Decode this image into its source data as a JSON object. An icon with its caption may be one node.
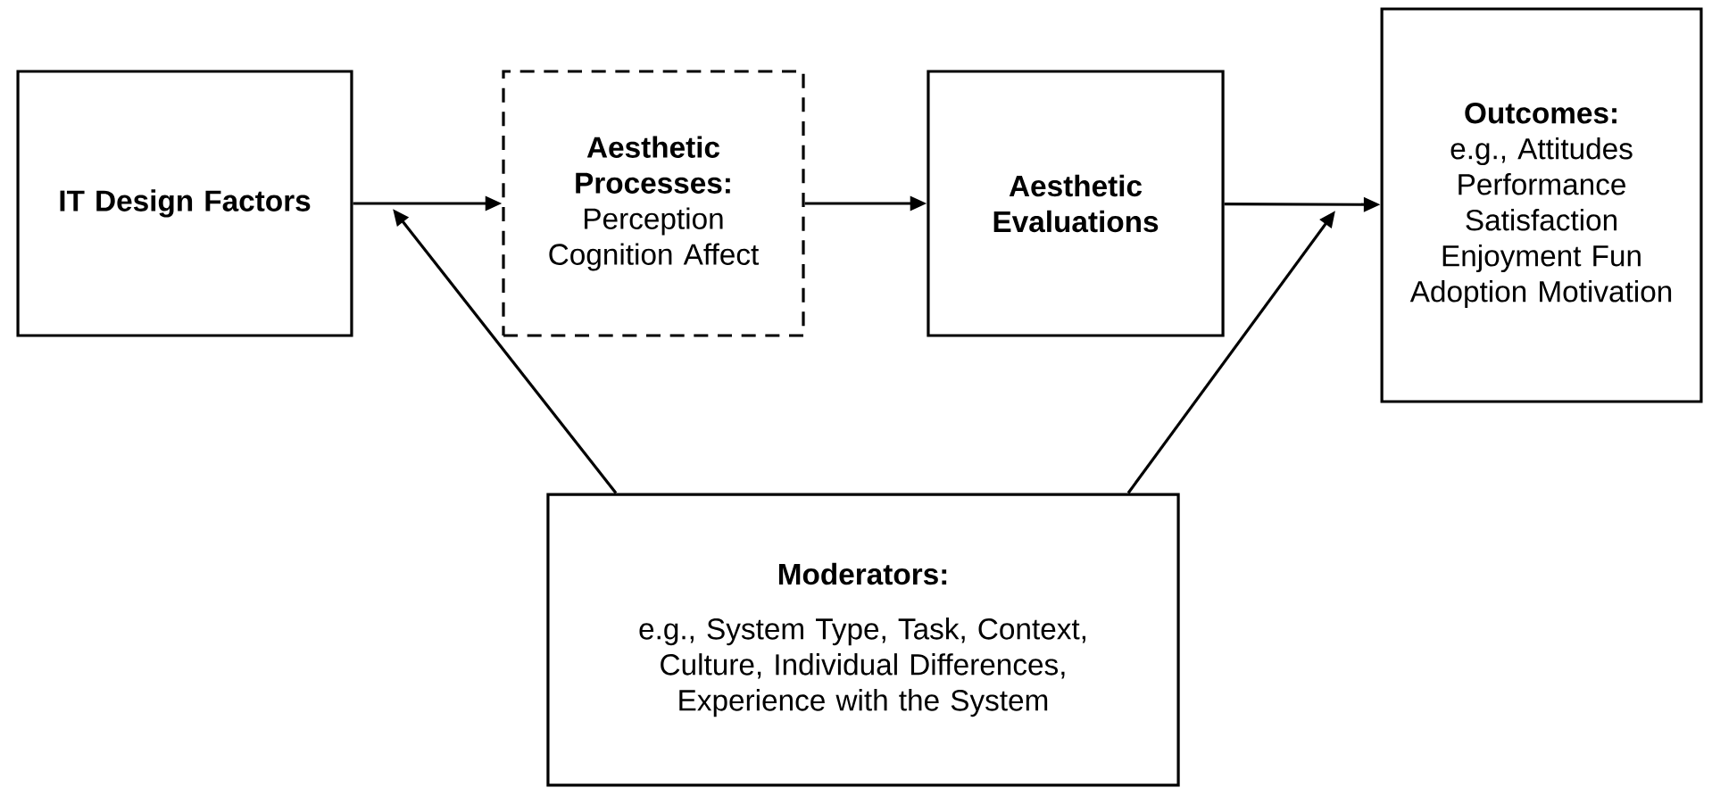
{
  "diagram": {
    "nodes": [
      {
        "text": [
          "IT Design Factors"
        ]
      },
      {
        "text": [
          "Aesthetic Processes:",
          "Perception Cognition Affect"
        ]
      },
      {
        "text": [
          "Aesthetic Evaluations"
        ]
      },
      {
        "text": [
          "Outcomes:",
          "e.g., Attitudes Performance Satisfaction Enjoyment Fun Adoption Motivation"
        ]
      },
      {
        "text": [
          "Moderators:",
          "e.g., System Type, Task, Context, Culture, Individual Differences, Experience with the System"
        ]
      }
    ],
    "edges": [
      {
        "from": 0,
        "to": 1,
        "arrow": "to"
      },
      {
        "from": 1,
        "to": 2,
        "arrow": "to"
      },
      {
        "from": 2,
        "to": 3,
        "arrow": "to"
      },
      {
        "from": 4,
        "to": null,
        "arrow": "to"
      },
      {
        "from": 4,
        "to": null,
        "arrow": "to"
      }
    ]
  }
}
